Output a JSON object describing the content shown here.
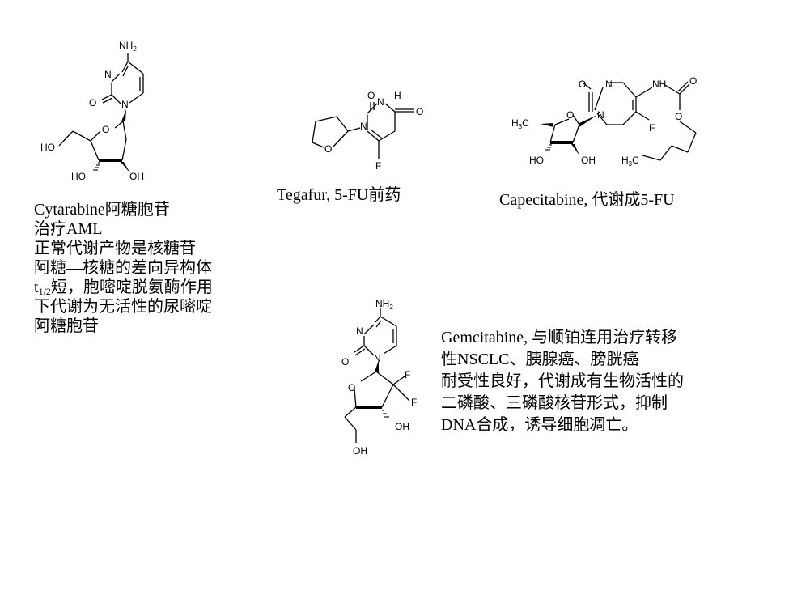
{
  "colors": {
    "text": "#000000",
    "background": "#ffffff"
  },
  "cytarabine": {
    "labels": {
      "nh2": "NH",
      "nh2_sub": "2",
      "n3": "N",
      "o2": "O",
      "n1": "N",
      "o_ring": "O",
      "ho5": "HO",
      "ho3": "HO",
      "oh2": "OH"
    },
    "caption": {
      "l1": "Cytarabine阿糖胞苷",
      "l2": "治疗AML",
      "l3": "正常代谢产物是核糖苷",
      "l4": "阿糖—核糖的差向异构体",
      "l5_prefix": "t",
      "l5_sub": "1/2",
      "l5_rest": "短，胞嘧啶脱氨酶作用",
      "l6": "下代谢为无活性的尿嘧啶",
      "l7": "阿糖胞苷"
    }
  },
  "tegafur": {
    "labels": {
      "o_top": "O",
      "h": "H",
      "n_nh": "N",
      "n1": "N",
      "o_right": "O",
      "f": "F",
      "o_thf": "O"
    },
    "caption": "Tegafur, 5-FU前药"
  },
  "capecitabine": {
    "labels": {
      "o2": "O",
      "n3": "N",
      "nh": "NH",
      "o_carb": "O",
      "h3c_top": "H",
      "h3c_top_sub": "3",
      "h3c_top_c": "C",
      "o_ring": "O",
      "n1": "N",
      "f": "F",
      "o_ester": "O",
      "ho": "HO",
      "oh": "OH",
      "h3c_bot": "H",
      "h3c_bot_sub": "3",
      "h3c_bot_c": "C"
    },
    "caption": "Capecitabine, 代谢成5-FU"
  },
  "gemcitabine": {
    "labels": {
      "nh2": "NH",
      "nh2_sub": "2",
      "n3": "N",
      "o2": "O",
      "n1": "N",
      "o_ring": "O",
      "f1": "F",
      "f2": "F",
      "oh3": "OH",
      "oh5": "OH"
    },
    "caption": {
      "l1": "Gemcitabine, 与顺铂连用治疗转移",
      "l2": "性NSCLC、胰腺癌、膀胱癌",
      "l3": "耐受性良好，代谢成有生物活性的",
      "l4": "二磷酸、三磷酸核苷形式，抑制",
      "l5": "DNA合成，诱导细胞凋亡。"
    }
  }
}
